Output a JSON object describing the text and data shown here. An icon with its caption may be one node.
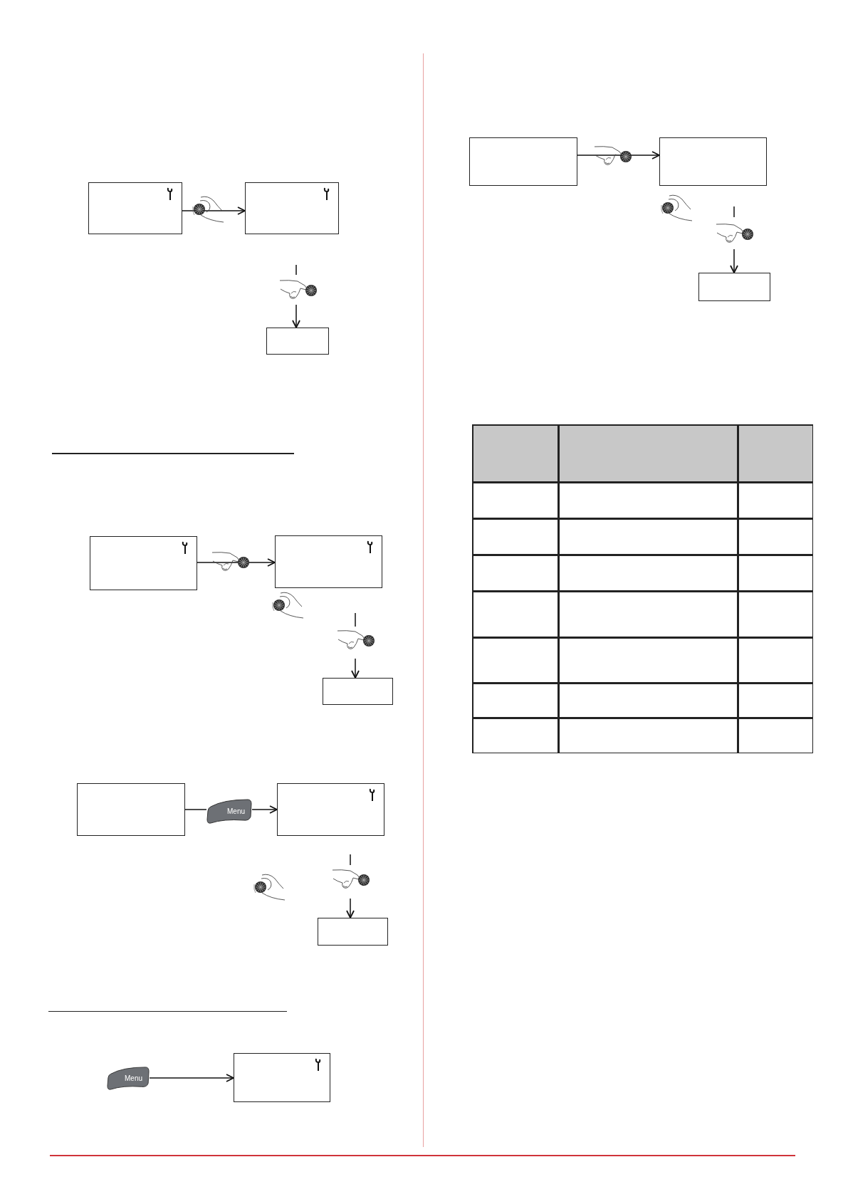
{
  "diagram": {
    "nodes": [
      {
        "text": [],
        "shape": "box"
      },
      {
        "text": [],
        "shape": "box"
      },
      {
        "text": [],
        "shape": "box"
      },
      {
        "text": [],
        "shape": "box"
      },
      {
        "text": [],
        "shape": "box"
      },
      {
        "text": [],
        "shape": "box"
      },
      {
        "text": [],
        "shape": "box"
      },
      {
        "text": [
          "Menu"
        ]
      },
      {
        "text": [],
        "shape": "box"
      },
      {
        "text": [],
        "shape": "box"
      },
      {
        "text": [
          "Menu"
        ]
      },
      {
        "text": [],
        "shape": "box"
      },
      {
        "text": [],
        "shape": "box"
      },
      {
        "text": [],
        "shape": "box"
      },
      {
        "text": [],
        "shape": "box"
      }
    ],
    "edges": [
      {
        "from": 0,
        "to": 1,
        "arrow": "to"
      },
      {
        "from": null,
        "to": 2,
        "arrow": "to"
      },
      {
        "from": 3,
        "to": 4,
        "arrow": "to"
      },
      {
        "from": null,
        "to": 5,
        "arrow": "to"
      },
      {
        "from": 6,
        "to": 7,
        "arrow": "none"
      },
      {
        "from": 7,
        "to": 8,
        "arrow": "to"
      },
      {
        "from": null,
        "to": 9,
        "arrow": "to"
      },
      {
        "from": 10,
        "to": 11,
        "arrow": "to"
      },
      {
        "from": 12,
        "to": 13,
        "arrow": "to"
      },
      {
        "from": null,
        "to": 14,
        "arrow": "to"
      }
    ]
  }
}
